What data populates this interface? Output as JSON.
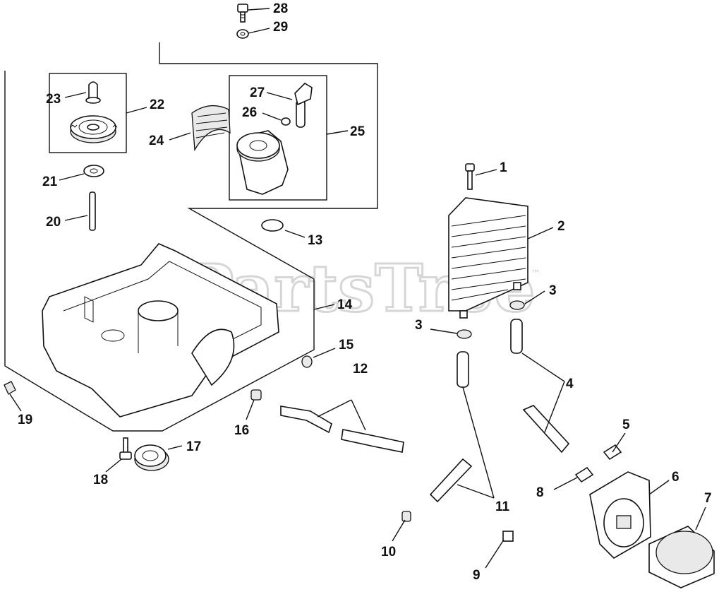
{
  "watermark": {
    "text": "PartsTree",
    "trademark": "™"
  },
  "callouts": [
    {
      "id": "c1",
      "num": "1"
    },
    {
      "id": "c2",
      "num": "2"
    },
    {
      "id": "c3a",
      "num": "3"
    },
    {
      "id": "c3b",
      "num": "3"
    },
    {
      "id": "c4",
      "num": "4"
    },
    {
      "id": "c5",
      "num": "5"
    },
    {
      "id": "c6",
      "num": "6"
    },
    {
      "id": "c7",
      "num": "7"
    },
    {
      "id": "c8",
      "num": "8"
    },
    {
      "id": "c9",
      "num": "9"
    },
    {
      "id": "c10",
      "num": "10"
    },
    {
      "id": "c11",
      "num": "11"
    },
    {
      "id": "c12",
      "num": "12"
    },
    {
      "id": "c13",
      "num": "13"
    },
    {
      "id": "c14",
      "num": "14"
    },
    {
      "id": "c15",
      "num": "15"
    },
    {
      "id": "c16",
      "num": "16"
    },
    {
      "id": "c17",
      "num": "17"
    },
    {
      "id": "c18",
      "num": "18"
    },
    {
      "id": "c19",
      "num": "19"
    },
    {
      "id": "c20",
      "num": "20"
    },
    {
      "id": "c21",
      "num": "21"
    },
    {
      "id": "c22",
      "num": "22"
    },
    {
      "id": "c23",
      "num": "23"
    },
    {
      "id": "c24",
      "num": "24"
    },
    {
      "id": "c25",
      "num": "25"
    },
    {
      "id": "c26",
      "num": "26"
    },
    {
      "id": "c27",
      "num": "27"
    },
    {
      "id": "c28",
      "num": "28"
    },
    {
      "id": "c29",
      "num": "29"
    }
  ]
}
